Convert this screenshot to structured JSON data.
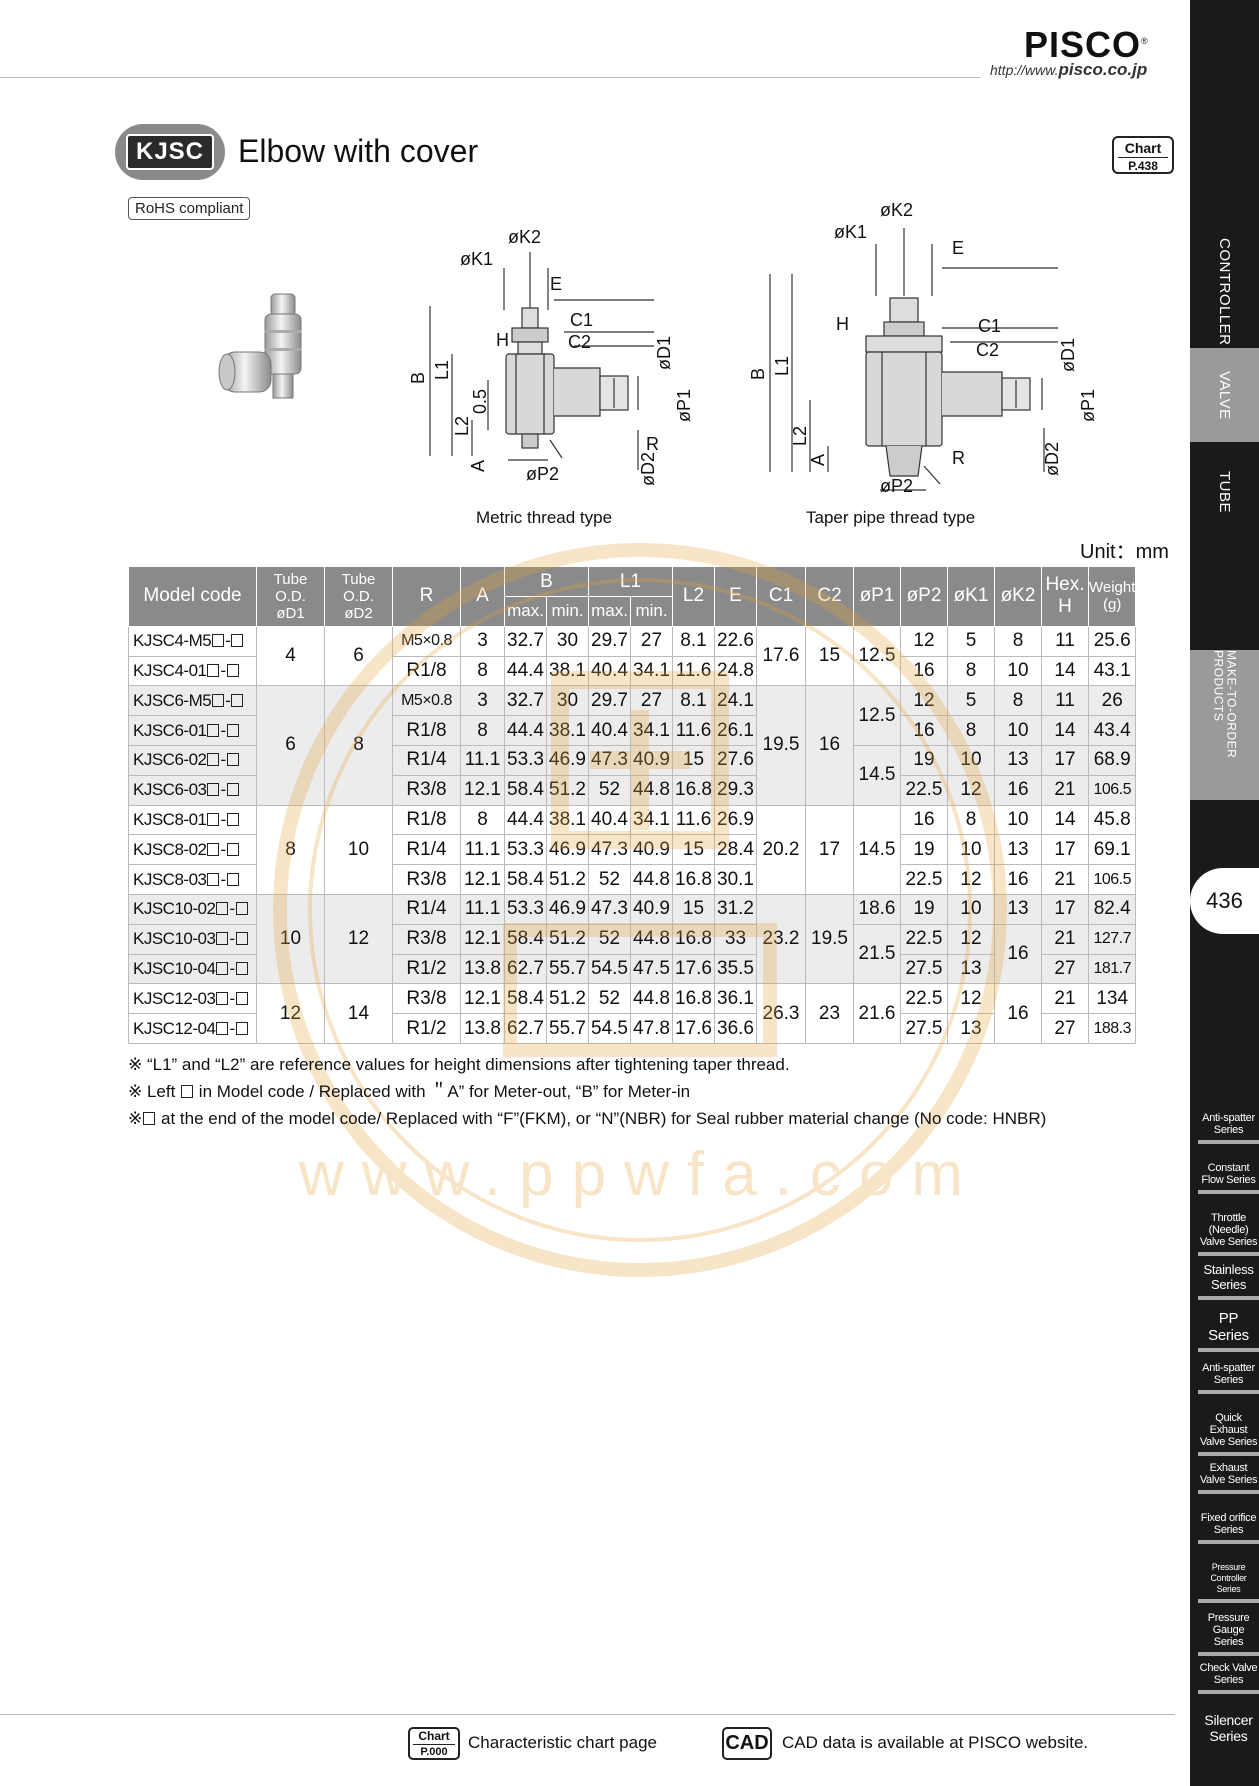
{
  "header": {
    "brand": "PISCO",
    "url_prefix": "http://www.",
    "url_domain": "pisco.co.jp"
  },
  "title": {
    "badge": "KJSC",
    "name": "Elbow with cover",
    "rohs": "RoHS compliant",
    "chart_word": "Chart",
    "chart_page": "P.438"
  },
  "figures": {
    "metric_caption": "Metric thread type",
    "taper_caption": "Taper pipe thread type",
    "dims": {
      "k2": "øK2",
      "k1": "øK1",
      "e": "E",
      "c1": "C1",
      "c2": "C2",
      "h": "H",
      "b": "B",
      "l1": "L1",
      "l2": "L2",
      "a": "A",
      "half": "0.5",
      "d1": "øD1",
      "p1": "øP1",
      "d2": "øD2",
      "p2": "øP2",
      "r": "R"
    }
  },
  "unit": "Unit：mm",
  "table": {
    "headers": {
      "model": "Model code",
      "tube1": "Tube O.D.",
      "d1": "øD1",
      "tube2": "Tube O.D.",
      "d2": "øD2",
      "r": "R",
      "a": "A",
      "b": "B",
      "l1": "L1",
      "max": "max.",
      "min": "min.",
      "l2": "L2",
      "e": "E",
      "c1": "C1",
      "c2": "C2",
      "p1": "øP1",
      "p2": "øP2",
      "k1": "øK1",
      "k2": "øK2",
      "hex": "Hex.",
      "h": "H",
      "weight": "Weight",
      "g": "(g)"
    },
    "groups": [
      {
        "d1": "4",
        "d2": "6",
        "c1": "17.6",
        "c2": "15",
        "p1": "12.5",
        "rows": [
          {
            "model": "KJSC4-M5",
            "r": "M5×0.8",
            "a": "3",
            "bmax": "32.7",
            "bmin": "30",
            "l1max": "29.7",
            "l1min": "27",
            "l2": "8.1",
            "e": "22.6",
            "p2": "12",
            "k1": "5",
            "k2": "8",
            "h": "11",
            "w": "25.6"
          },
          {
            "model": "KJSC4-01",
            "r": "R1/8",
            "a": "8",
            "bmax": "44.4",
            "bmin": "38.1",
            "l1max": "40.4",
            "l1min": "34.1",
            "l2": "11.6",
            "e": "24.8",
            "p2": "16",
            "k1": "8",
            "k2": "10",
            "h": "14",
            "w": "43.1"
          }
        ]
      },
      {
        "d1": "6",
        "d2": "8",
        "c1": "19.5",
        "c2": "16",
        "p1a": "12.5",
        "p1b": "14.5",
        "rows": [
          {
            "model": "KJSC6-M5",
            "r": "M5×0.8",
            "a": "3",
            "bmax": "32.7",
            "bmin": "30",
            "l1max": "29.7",
            "l1min": "27",
            "l2": "8.1",
            "e": "24.1",
            "p2": "12",
            "k1": "5",
            "k2": "8",
            "h": "11",
            "w": "26"
          },
          {
            "model": "KJSC6-01",
            "r": "R1/8",
            "a": "8",
            "bmax": "44.4",
            "bmin": "38.1",
            "l1max": "40.4",
            "l1min": "34.1",
            "l2": "11.6",
            "e": "26.1",
            "p2": "16",
            "k1": "8",
            "k2": "10",
            "h": "14",
            "w": "43.4"
          },
          {
            "model": "KJSC6-02",
            "r": "R1/4",
            "a": "11.1",
            "bmax": "53.3",
            "bmin": "46.9",
            "l1max": "47.3",
            "l1min": "40.9",
            "l2": "15",
            "e": "27.6",
            "p2": "19",
            "k1": "10",
            "k2": "13",
            "h": "17",
            "w": "68.9"
          },
          {
            "model": "KJSC6-03",
            "r": "R3/8",
            "a": "12.1",
            "bmax": "58.4",
            "bmin": "51.2",
            "l1max": "52",
            "l1min": "44.8",
            "l2": "16.8",
            "e": "29.3",
            "p2": "22.5",
            "k1": "12",
            "k2": "16",
            "h": "21",
            "w": "106.5"
          }
        ]
      },
      {
        "d1": "8",
        "d2": "10",
        "c1": "20.2",
        "c2": "17",
        "p1": "14.5",
        "rows": [
          {
            "model": "KJSC8-01",
            "r": "R1/8",
            "a": "8",
            "bmax": "44.4",
            "bmin": "38.1",
            "l1max": "40.4",
            "l1min": "34.1",
            "l2": "11.6",
            "e": "26.9",
            "p2": "16",
            "k1": "8",
            "k2": "10",
            "h": "14",
            "w": "45.8"
          },
          {
            "model": "KJSC8-02",
            "r": "R1/4",
            "a": "11.1",
            "bmax": "53.3",
            "bmin": "46.9",
            "l1max": "47.3",
            "l1min": "40.9",
            "l2": "15",
            "e": "28.4",
            "p2": "19",
            "k1": "10",
            "k2": "13",
            "h": "17",
            "w": "69.1"
          },
          {
            "model": "KJSC8-03",
            "r": "R3/8",
            "a": "12.1",
            "bmax": "58.4",
            "bmin": "51.2",
            "l1max": "52",
            "l1min": "44.8",
            "l2": "16.8",
            "e": "30.1",
            "p2": "22.5",
            "k1": "12",
            "k2": "16",
            "h": "21",
            "w": "106.5"
          }
        ]
      },
      {
        "d1": "10",
        "d2": "12",
        "c1": "23.2",
        "c2": "19.5",
        "p1a": "18.6",
        "p1b": "21.5",
        "k2b": "16",
        "rows": [
          {
            "model": "KJSC10-02",
            "r": "R1/4",
            "a": "11.1",
            "bmax": "53.3",
            "bmin": "46.9",
            "l1max": "47.3",
            "l1min": "40.9",
            "l2": "15",
            "e": "31.2",
            "p2": "19",
            "k1": "10",
            "k2": "13",
            "h": "17",
            "w": "82.4"
          },
          {
            "model": "KJSC10-03",
            "r": "R3/8",
            "a": "12.1",
            "bmax": "58.4",
            "bmin": "51.2",
            "l1max": "52",
            "l1min": "44.8",
            "l2": "16.8",
            "e": "33",
            "p2": "22.5",
            "k1": "12",
            "h": "21",
            "w": "127.7"
          },
          {
            "model": "KJSC10-04",
            "r": "R1/2",
            "a": "13.8",
            "bmax": "62.7",
            "bmin": "55.7",
            "l1max": "54.5",
            "l1min": "47.5",
            "l2": "17.6",
            "e": "35.5",
            "p2": "27.5",
            "k1": "13",
            "h": "27",
            "w": "181.7"
          }
        ]
      },
      {
        "d1": "12",
        "d2": "14",
        "c1": "26.3",
        "c2": "23",
        "p1": "21.6",
        "k2": "16",
        "rows": [
          {
            "model": "KJSC12-03",
            "r": "R3/8",
            "a": "12.1",
            "bmax": "58.4",
            "bmin": "51.2",
            "l1max": "52",
            "l1min": "44.8",
            "l2": "16.8",
            "e": "36.1",
            "p2": "22.5",
            "k1": "12",
            "h": "21",
            "w": "134"
          },
          {
            "model": "KJSC12-04",
            "r": "R1/2",
            "a": "13.8",
            "bmax": "62.7",
            "bmin": "55.7",
            "l1max": "54.5",
            "l1min": "47.8",
            "l2": "17.6",
            "e": "36.6",
            "p2": "27.5",
            "k1": "13",
            "h": "27",
            "w": "188.3"
          }
        ]
      }
    ]
  },
  "notes": {
    "n1": "※ “L1” and “L2” are reference values for height dimensions after tightening taper thread.",
    "n2_a": "※ Left",
    "n2_b": "in Model code /  Replaced with ＂A” for Meter-out, “B” for Meter-in",
    "n3_a": "※",
    "n3_b": "at the end of the model code/ Replaced with “F”(FKM), or “N”(NBR) for Seal rubber material change (No code: HNBR)"
  },
  "footer": {
    "chart_word": "Chart",
    "chart_page": "P.000",
    "chart_text": "Characteristic chart page",
    "cad_label": "CAD",
    "cad_text": "CAD data is available at PISCO website."
  },
  "sidebar": {
    "tabs": [
      "CONTROLLER",
      "VALVE",
      "TUBE",
      "MAKE-TO-ORDER PRODUCTS"
    ],
    "page_number": "436",
    "series": [
      "Anti-spatter Series",
      "Constant Flow Series",
      "Throttle (Needle) Valve Series",
      "Stainless Series",
      "PP Series",
      "Anti-spatter Series",
      "Quick Exhaust Valve Series",
      "Exhaust Valve Series",
      "Fixed orifice Series",
      "Pressure Controller Series",
      "Pressure Gauge Series",
      "Check Valve Series",
      "Silencer Series"
    ]
  },
  "watermark": {
    "text": "www.ppwfa.com"
  },
  "colors": {
    "header_bg": "#8a8a8a",
    "sidebar_bg": "#1a1a1a",
    "watermark": "#e8a23a"
  }
}
